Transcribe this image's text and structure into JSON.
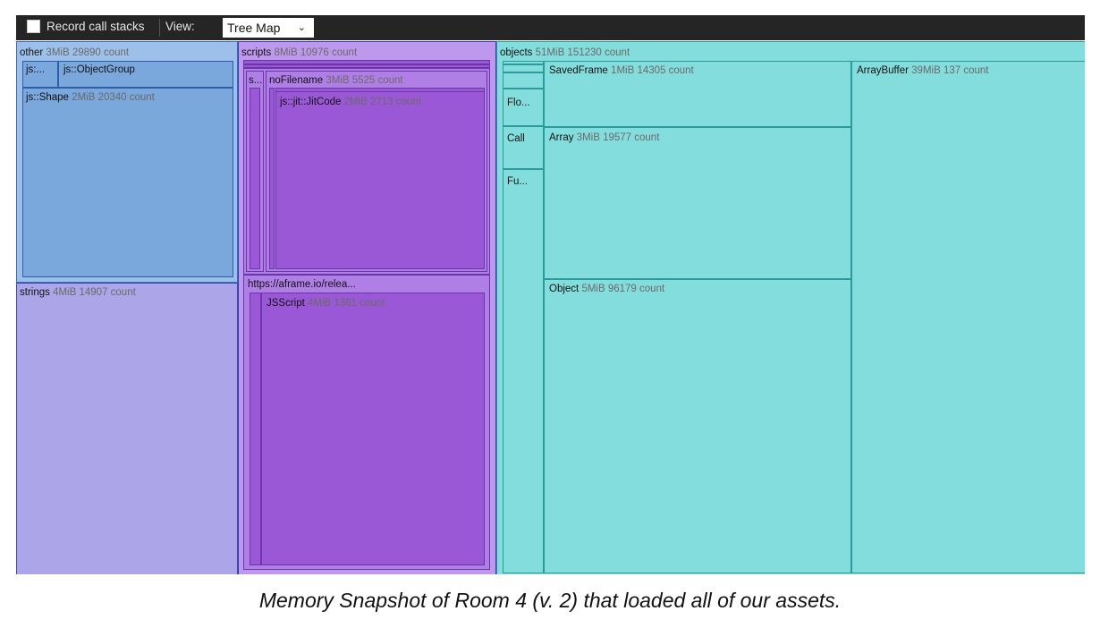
{
  "toolbar": {
    "record_label": "Record call stacks",
    "record_checked": false,
    "view_label": "View:",
    "view_selected": "Tree Map",
    "chevron_icon": "chevron-down-icon"
  },
  "colors": {
    "other": "#7aa7dc",
    "strings": "#aca6e8",
    "scripts": "#bd98ec",
    "scripts_inner": "#9a58d6",
    "objects": "#84dddd",
    "toolbar": "#252526"
  },
  "treemap": {
    "other": {
      "name": "other",
      "info": "3MiB 29890 count",
      "children": {
        "js_ellipsis": {
          "name": "js:...",
          "info": ""
        },
        "objectgroup": {
          "name": "js::ObjectGroup",
          "info": ""
        },
        "shape": {
          "name": "js::Shape",
          "info": "2MiB 20340 count"
        }
      }
    },
    "strings": {
      "name": "strings",
      "info": "4MiB 14907 count"
    },
    "scripts": {
      "name": "scripts",
      "info": "8MiB 10976 count",
      "children": {
        "s_ellipsis": {
          "name": "s...",
          "info": ""
        },
        "nofilename": {
          "name": "noFilename",
          "info": "3MiB 5525 count"
        },
        "jitcode": {
          "name": "js::jit::JitCode",
          "info": "2MiB 2713 count"
        },
        "aframe": {
          "name": "https://aframe.io/relea...",
          "info": ""
        },
        "jsscript": {
          "name": "JSScript",
          "info": "4MiB 1381 count"
        }
      }
    },
    "objects": {
      "name": "objects",
      "info": "51MiB 151230 count",
      "children": {
        "flo": {
          "name": "Flo...",
          "info": ""
        },
        "call": {
          "name": "Call",
          "info": ""
        },
        "fu": {
          "name": "Fu...",
          "info": ""
        },
        "savedframe": {
          "name": "SavedFrame",
          "info": "1MiB 14305 count"
        },
        "array": {
          "name": "Array",
          "info": "3MiB 19577 count"
        },
        "object": {
          "name": "Object",
          "info": "5MiB 96179 count"
        },
        "arraybuffer": {
          "name": "ArrayBuffer",
          "info": "39MiB 137 count"
        }
      }
    }
  },
  "caption": "Memory Snapshot of Room 4 (v. 2) that loaded all of our assets."
}
